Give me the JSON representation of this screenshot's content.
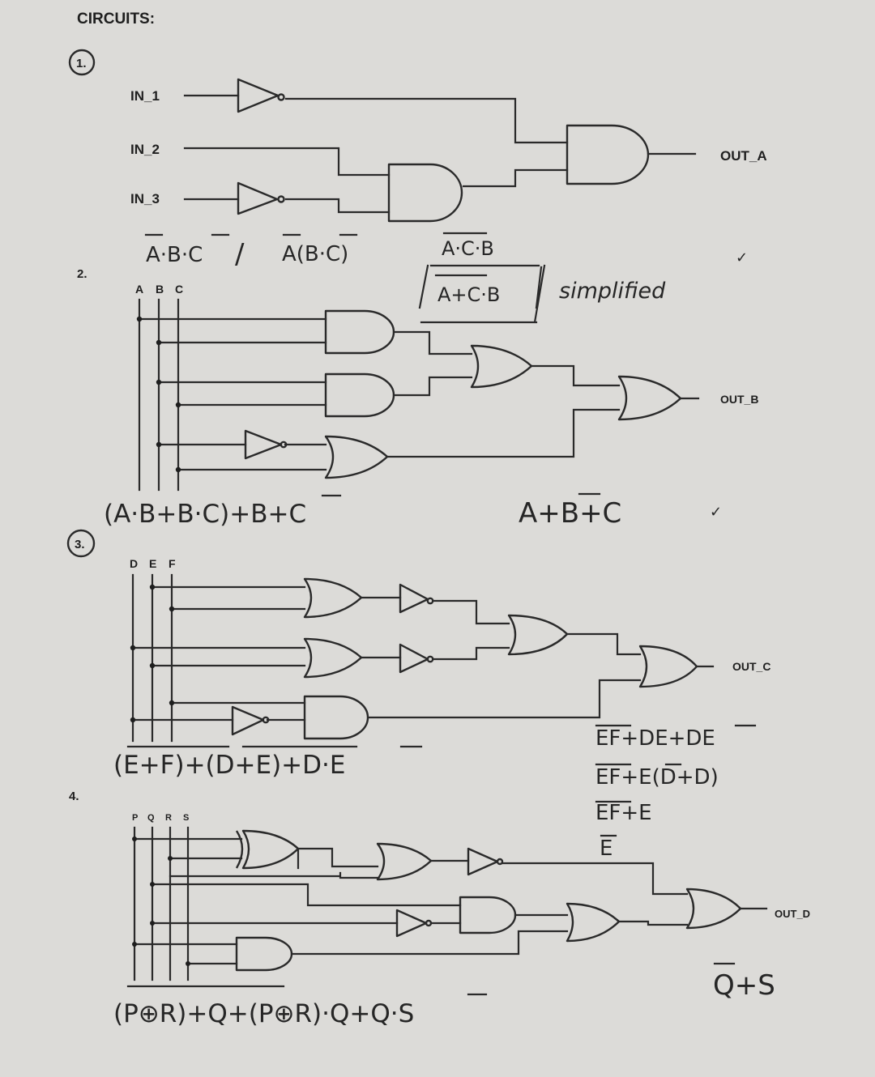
{
  "title": "CIRCUITS:",
  "circuits": [
    {
      "number": "1.",
      "inputs": [
        "IN_1",
        "IN_2",
        "IN_3"
      ],
      "output": "OUT_A",
      "notes": {
        "expr_a": "A·B·C",
        "expr_sep": "/",
        "expr_b": "A(B·C)",
        "expr_c": "A·C·B",
        "boxed": "A+C·B",
        "simplified": "simplified",
        "check": "✓"
      }
    },
    {
      "number": "2.",
      "inputs": [
        "A",
        "B",
        "C"
      ],
      "output": "OUT_B",
      "notes": {
        "expr_full": "(A·B+B·C)+B+C",
        "expr_simplified": "A+B+C",
        "check": "✓"
      }
    },
    {
      "number": "3.",
      "inputs": [
        "D",
        "E",
        "F"
      ],
      "output": "OUT_C",
      "notes": {
        "expr_full": "(E+F)+(D+E)+D·E",
        "step1": "EF+DE+DE",
        "step2": "EF+E(D+D)",
        "step3": "EF+E",
        "step4": "E"
      }
    },
    {
      "number": "4.",
      "inputs": [
        "P",
        "Q",
        "R",
        "S"
      ],
      "output": "OUT_D",
      "notes": {
        "expr_full": "(P⊕R)+Q+(P⊕R)·Q+Q·S",
        "expr_simplified": "Q+S"
      }
    }
  ]
}
